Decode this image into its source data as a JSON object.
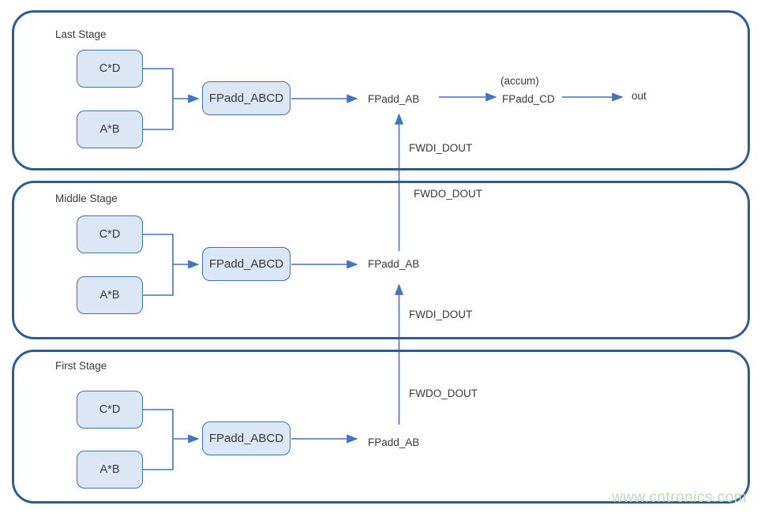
{
  "diagram": {
    "stages": [
      {
        "label": "Last Stage",
        "mul_cd": "C*D",
        "mul_ab": "A*B",
        "adder": "FPadd_ABCD",
        "fpadd_ab": "FPadd_AB",
        "accum_note": "(accum)",
        "fpadd_cd": "FPadd_CD",
        "out": "out",
        "fwdi": "FWDI_DOUT"
      },
      {
        "label": "Middle Stage",
        "mul_cd": "C*D",
        "mul_ab": "A*B",
        "adder": "FPadd_ABCD",
        "fpadd_ab": "FPadd_AB",
        "fwdo": "FWDO_DOUT",
        "fwdi": "FWDI_DOUT"
      },
      {
        "label": "First Stage",
        "mul_cd": "C*D",
        "mul_ab": "A*B",
        "adder": "FPadd_ABCD",
        "fpadd_ab": "FPadd_AB",
        "fwdo": "FWDO_DOUT"
      }
    ],
    "watermark": "www.cntronics.com",
    "colors": {
      "stage_border": "#2f5d92",
      "box_border": "#4173ad",
      "box_fill": "#dbe7f4",
      "arrow": "#4472c4",
      "text": "#3a3a3a",
      "watermark": "#b6dcab"
    }
  }
}
